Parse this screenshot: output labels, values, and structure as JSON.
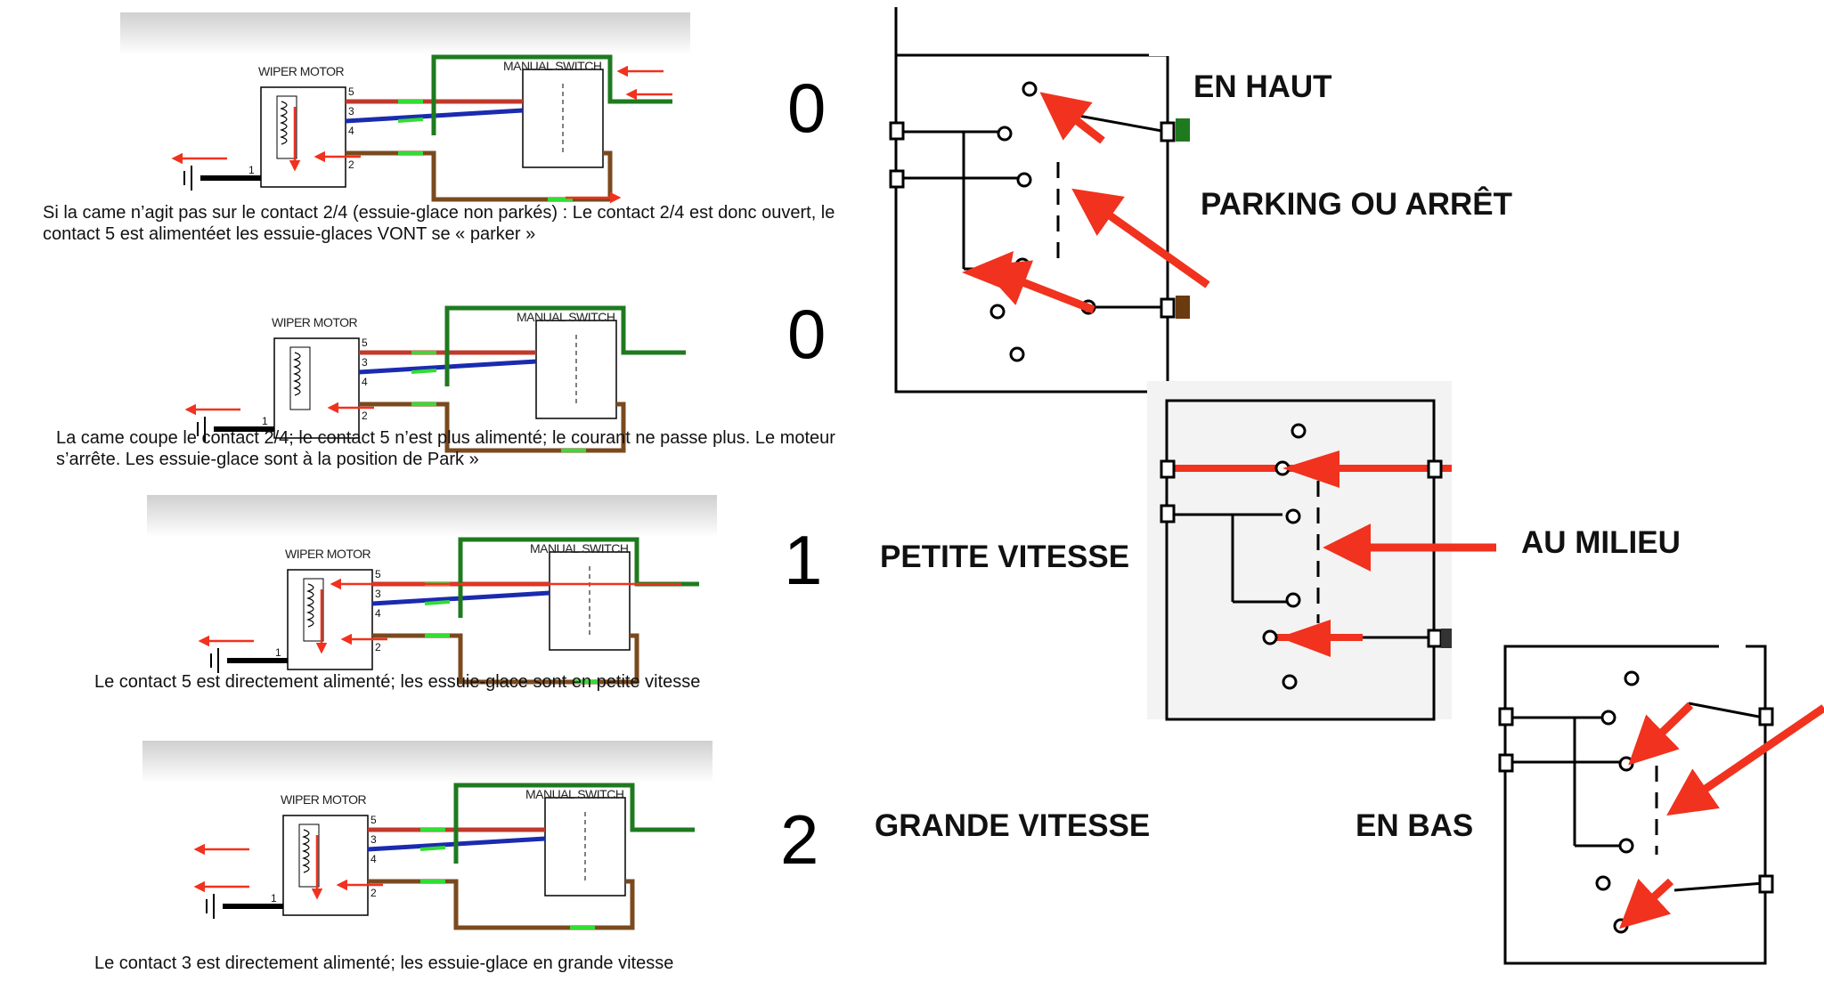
{
  "motor_label": "WIPER MOTOR",
  "switch_label": "MANUAL SWITCH",
  "terminals": {
    "t5": "5",
    "t3": "3",
    "t4": "4",
    "t2": "2",
    "t1": "1"
  },
  "rows": [
    {
      "position": "0",
      "caption": "Si la came n’agit pas sur le contact 2/4 (essuie-glace non parkés) : Le contact 2/4 est donc ouvert,  le contact 5 est alimentéet les essuie-glaces VONT se « parker »"
    },
    {
      "position": "0",
      "caption": "La came coupe le contact 2/4;  le contact 5 n’est plus alimenté; le courant ne passe plus. Le moteur s’arrête. Les essuie-glace  sont à la position de Park »"
    },
    {
      "position": "1",
      "caption": "Le contact 5 est directement alimenté; les essuie-glace   sont  en petite vitesse"
    },
    {
      "position": "2",
      "caption": "Le contact 3 est directement alimenté; les essuie-glace      en grande vitesse"
    }
  ],
  "switch_positions": {
    "en_haut": "EN HAUT",
    "parking": "PARKING OU ARRÊT",
    "petite_vitesse": "PETITE VITESSE",
    "au_milieu": "AU MILIEU",
    "grande_vitesse": "GRANDE VITESSE",
    "en_bas": "EN BAS"
  },
  "colors": {
    "red_wire": "#c0392b",
    "blue_wire": "#1a2bb0",
    "green_wire": "#1f7a1f",
    "brown_wire": "#7a4a1e",
    "arrow": "#f0321e",
    "segment": "#33dd33"
  }
}
